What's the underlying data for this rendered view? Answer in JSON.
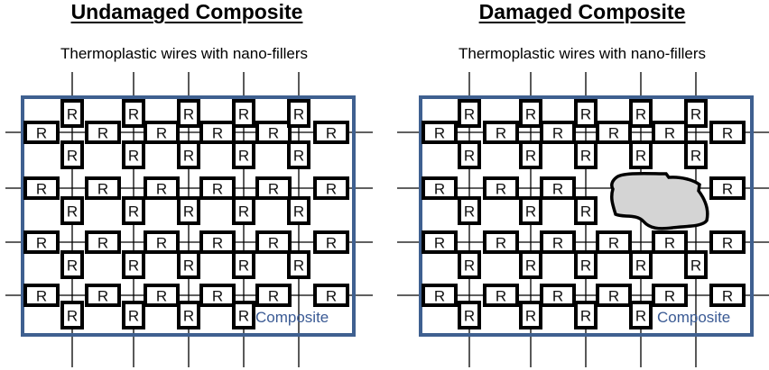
{
  "panels": [
    {
      "id": "undamaged",
      "title": "Undamaged Composite",
      "subtitle": "Thermoplastic wires with nano-fillers",
      "frame_label": "Composite",
      "resistor_label": "R",
      "damaged": false
    },
    {
      "id": "damaged",
      "title": "Damaged Composite",
      "subtitle": "Thermoplastic wires with nano-fillers",
      "frame_label": "Composite",
      "resistor_label": "R",
      "damaged": true
    }
  ],
  "legend": {
    "resistor_meaning": "R",
    "damage_region": "damage-region"
  },
  "colors": {
    "frame": "#3f6090",
    "frame_label": "#3a5a94",
    "damage_fill": "#d4d4d4"
  }
}
